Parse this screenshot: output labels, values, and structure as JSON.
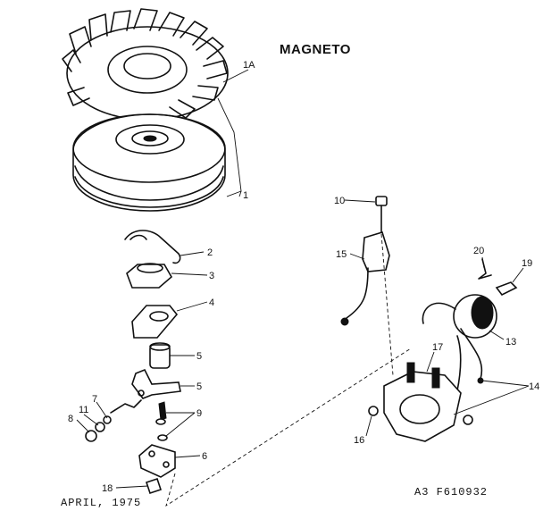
{
  "title": "MAGNETO",
  "footer": {
    "date": "APRIL, 1975",
    "code": "A3 F610932"
  },
  "callouts": {
    "c1a": "1A",
    "c1": "1",
    "c2": "2",
    "c3": "3",
    "c4": "4",
    "c5a": "5",
    "c5b": "5",
    "c6": "6",
    "c7": "7",
    "c8": "8",
    "c9": "9",
    "c10": "10",
    "c11": "11",
    "c13": "13",
    "c14": "14",
    "c15": "15",
    "c16": "16",
    "c17": "17",
    "c18": "18",
    "c19": "19",
    "c20": "20"
  }
}
